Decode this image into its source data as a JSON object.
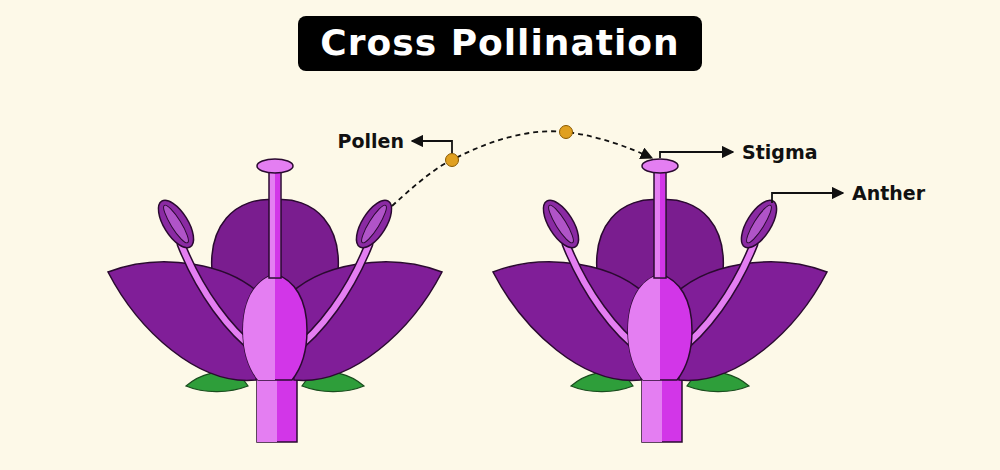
{
  "diagram": {
    "title": "Cross Pollination",
    "labels": [
      "Pollen",
      "Stigma",
      "Anther"
    ]
  }
}
